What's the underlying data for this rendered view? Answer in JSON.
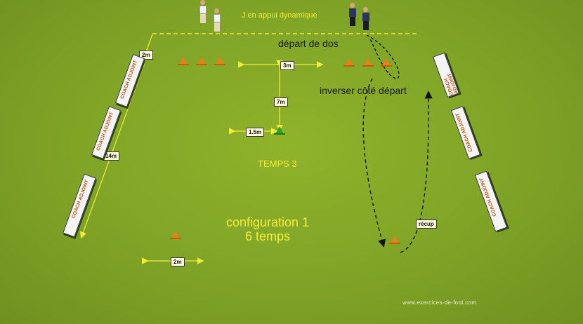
{
  "texts": {
    "title_j": "J en appui dynamique",
    "depart_dos": "départ de dos",
    "inverser": "inverser côté départ",
    "temps": "TEMPS 3",
    "config_line1": "configuration 1",
    "config_line2": "6 temps",
    "watermark": "www.exercices-de-foot.com"
  },
  "labels": {
    "l_2m_top": "2m",
    "l_14m": "14m",
    "l_3m": "3m",
    "l_7m": "7m",
    "l_1_5m": "1.5m",
    "l_2m_bottom": "2m",
    "recup": "récup"
  },
  "banner_text": "COACH ADJOINT",
  "colors": {
    "field": "#7fa326",
    "lines": "#f4ec3a",
    "cone": "#e8801a",
    "cone_green": "#2aa52a"
  }
}
